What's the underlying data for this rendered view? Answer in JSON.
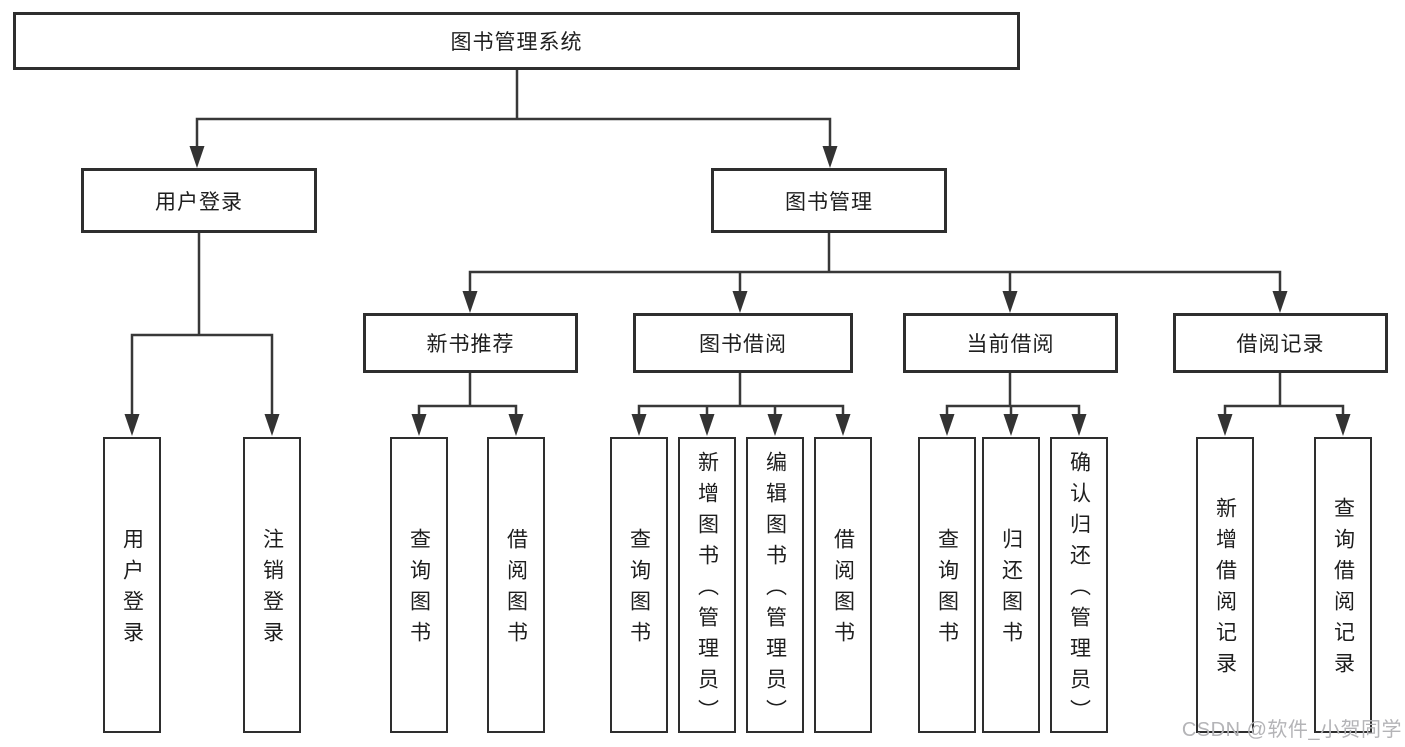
{
  "diagram": {
    "root": {
      "label": "图书管理系统"
    },
    "user_branch": {
      "label": "用户登录",
      "children": [
        {
          "label": "用户登录"
        },
        {
          "label": "注销登录"
        }
      ]
    },
    "book_branch": {
      "label": "图书管理",
      "modules": [
        {
          "label": "新书推荐",
          "children": [
            {
              "label": "查询图书"
            },
            {
              "label": "借阅图书"
            }
          ]
        },
        {
          "label": "图书借阅",
          "children": [
            {
              "label": "查询图书"
            },
            {
              "label": "新增图书（管理员）"
            },
            {
              "label": "编辑图书（管理员）"
            },
            {
              "label": "借阅图书"
            }
          ]
        },
        {
          "label": "当前借阅",
          "children": [
            {
              "label": "查询图书"
            },
            {
              "label": "归还图书"
            },
            {
              "label": "确认归还（管理员）"
            }
          ]
        },
        {
          "label": "借阅记录",
          "children": [
            {
              "label": "新增借阅记录"
            },
            {
              "label": "查询借阅记录"
            }
          ]
        }
      ]
    }
  },
  "watermark": {
    "text": "CSDN @软件_小贺同学"
  },
  "colors": {
    "background": "#ffffff",
    "box_border": "#2e2e2e",
    "connector_line": "#383838",
    "arrowhead": "#333333",
    "text": "#1e1e1e",
    "watermark_text": "#b4b4b7"
  }
}
